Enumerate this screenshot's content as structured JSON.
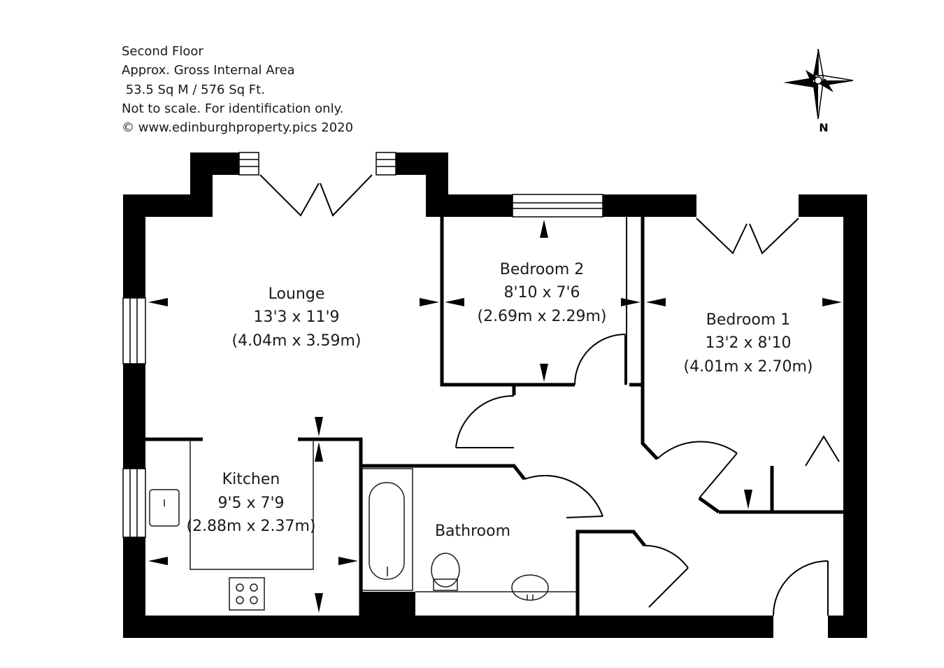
{
  "info": {
    "floor": "Second Floor",
    "area_title": "Approx. Gross Internal Area",
    "area_value": " 53.5 Sq M / 576 Sq Ft.",
    "disclaimer": "Not to scale. For identification only.",
    "copyright": "© www.edinburghproperty.pics 2020"
  },
  "compass": {
    "label": "N"
  },
  "rooms": {
    "lounge": {
      "name": "Lounge",
      "imperial": "13'3 x 11'9",
      "metric": "(4.04m x 3.59m)"
    },
    "bedroom2": {
      "name": "Bedroom 2",
      "imperial": "8'10 x 7'6",
      "metric": "(2.69m x 2.29m)"
    },
    "bedroom1": {
      "name": "Bedroom 1",
      "imperial": "13'2 x 8'10",
      "metric": "(4.01m x 2.70m)"
    },
    "kitchen": {
      "name": "Kitchen",
      "imperial": "9'5 x 7'9",
      "metric": "(2.88m x 2.37m)"
    },
    "bathroom": {
      "name": "Bathroom"
    }
  },
  "colors": {
    "wall": "#000000",
    "line": "#1a1a1a",
    "background": "#ffffff"
  }
}
